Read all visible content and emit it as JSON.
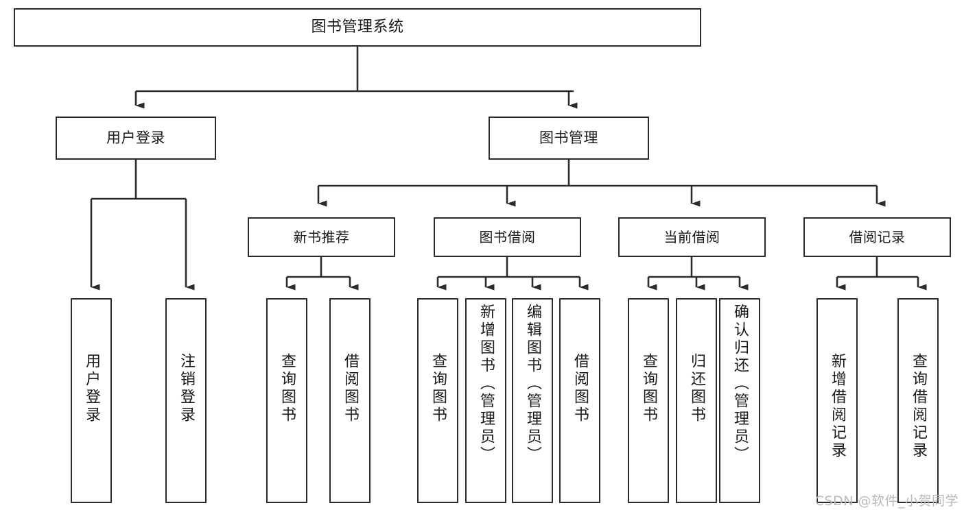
{
  "diagram": {
    "title": "图书管理系统",
    "type": "tree",
    "root": {
      "label": "图书管理系统"
    },
    "level2": [
      {
        "label": "用户登录"
      },
      {
        "label": "图书管理"
      }
    ],
    "level3": [
      {
        "label": "新书推荐"
      },
      {
        "label": "图书借阅"
      },
      {
        "label": "当前借阅"
      },
      {
        "label": "借阅记录"
      }
    ],
    "leaves": {
      "user_login": [
        {
          "label": "用户登录"
        },
        {
          "label": "注销登录"
        }
      ],
      "new_book_recommend": [
        {
          "label": "查询图书"
        },
        {
          "label": "借阅图书"
        }
      ],
      "book_borrow": [
        {
          "label": "查询图书"
        },
        {
          "label": "新增图书（管理员）"
        },
        {
          "label": "编辑图书（管理员）"
        },
        {
          "label": "借阅图书"
        }
      ],
      "current_borrow": [
        {
          "label": "查询图书"
        },
        {
          "label": "归还图书"
        },
        {
          "label": "确认归还（管理员）"
        }
      ],
      "borrow_records": [
        {
          "label": "新增借阅记录"
        },
        {
          "label": "查询借阅记录"
        }
      ]
    }
  },
  "watermark": {
    "text": "CSDN @软件_小贺同学"
  },
  "colors": {
    "stroke": "#2b2b2b",
    "background": "#ffffff",
    "text": "#1a1a1a",
    "watermark": "#b9b9b9"
  }
}
